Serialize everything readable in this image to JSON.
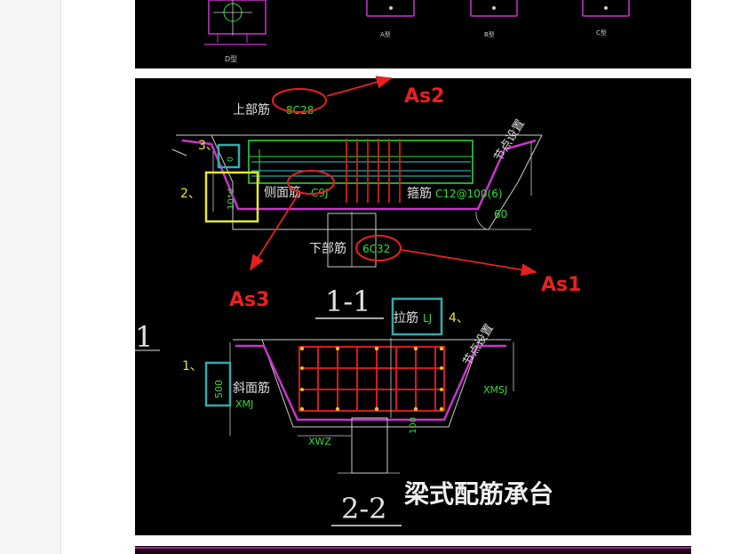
{
  "top_panel": {
    "section_labels": [
      "D型",
      "A型",
      "B型",
      "C型"
    ]
  },
  "main_panel": {
    "label_top_rebar": "上部筋",
    "value_top_rebar": "8C28",
    "label_side_rebar": "侧面筋",
    "value_side_rebar": "C9J",
    "label_stirrup": "箍筋",
    "value_stirrup": "C12@100(6)",
    "label_bottom_rebar": "下部筋",
    "value_bottom_rebar": "6C32",
    "node_setting": "节点设置",
    "angle_value": "60",
    "dim_10d": "10*d",
    "dim_zero": "0",
    "section_1_title": "1-1",
    "label_tie": "拉筋",
    "value_tie": "LJ",
    "label_slope": "斜面筋",
    "value_slope": "XMJ",
    "value_xmsj": "XMSJ",
    "value_xwz": "XWZ",
    "dim_500": "500",
    "dim_100": "100",
    "section_2_title": "2-2",
    "caption": "梁式配筋承台",
    "left_edge_mark": "1",
    "n1": "1、",
    "n2": "2、",
    "n3": "3、",
    "n4": "4、",
    "annotation_as1": "As1",
    "annotation_as2": "As2",
    "annotation_as3": "As3"
  },
  "colors": {
    "cad_background": "#000000",
    "magenta": "#cc33cc",
    "green": "#33dd33",
    "cyan": "#33cccc",
    "red": "#e82020",
    "yellow": "#e8e830",
    "annotation": "#e82020"
  }
}
